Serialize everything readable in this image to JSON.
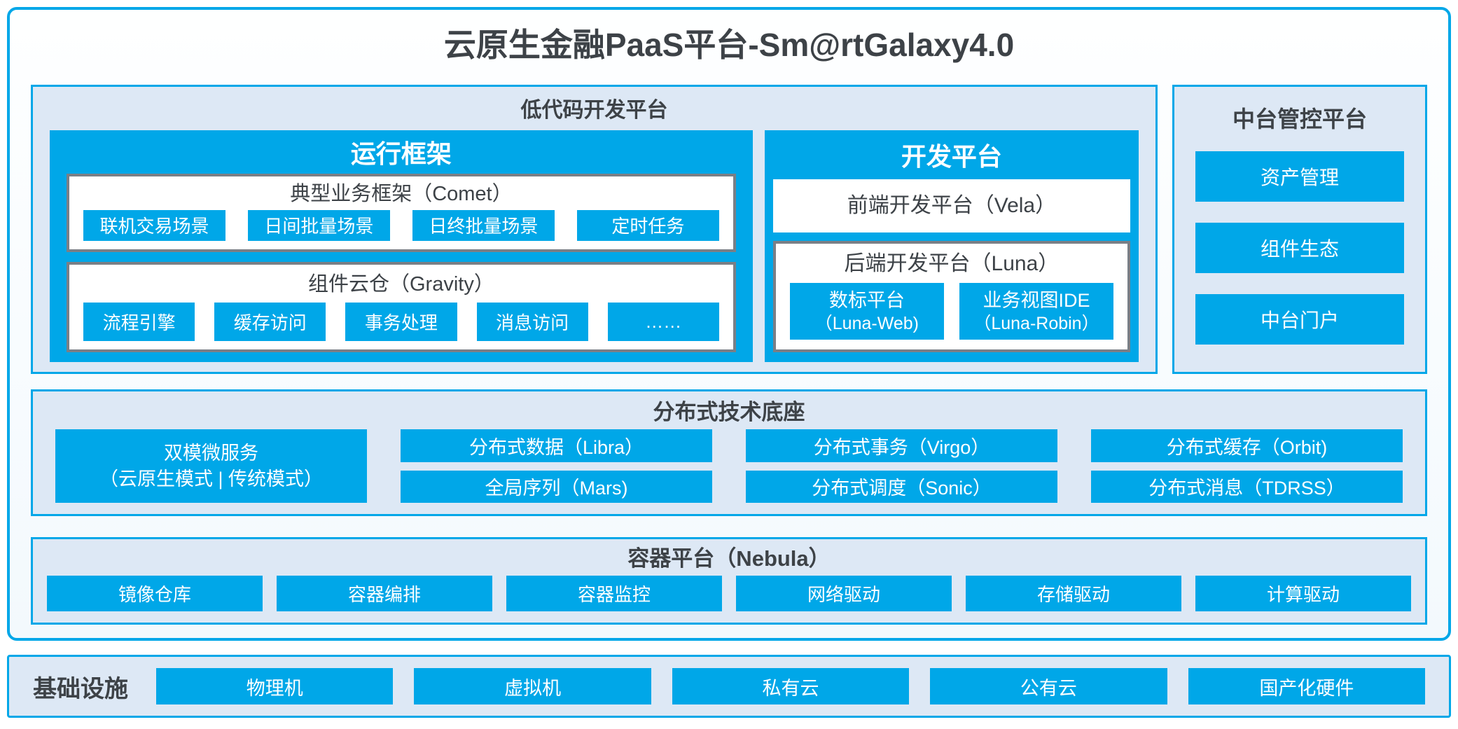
{
  "title": "云原生金融PaaS平台-Sm@rtGalaxy4.0",
  "colors": {
    "accent_blue": "#00a7e8",
    "panel_bg": "#dde8f5",
    "dark_text": "#3d4247",
    "box_border_gray": "#7a7f86",
    "white": "#ffffff"
  },
  "lowcode": {
    "header": "低代码开发平台",
    "runtime": {
      "title": "运行框架",
      "comet": {
        "title": "典型业务框架（Comet）",
        "items": [
          "联机交易场景",
          "日间批量场景",
          "日终批量场景",
          "定时任务"
        ]
      },
      "gravity": {
        "title": "组件云仓（Gravity）",
        "items": [
          "流程引擎",
          "缓存访问",
          "事务处理",
          "消息访问",
          "……"
        ]
      }
    },
    "dev": {
      "title": "开发平台",
      "vela": "前端开发平台（Vela）",
      "luna": {
        "title": "后端开发平台（Luna）",
        "items": [
          {
            "line1": "数标平台",
            "line2": "（Luna-Web)"
          },
          {
            "line1": "业务视图IDE",
            "line2": "（Luna-Robin）"
          }
        ]
      }
    }
  },
  "midplatform": {
    "header": "中台管控平台",
    "items": [
      "资产管理",
      "组件生态",
      "中台门户"
    ]
  },
  "distributed": {
    "header": "分布式技术底座",
    "dual_mode": {
      "line1": "双模微服务",
      "line2": "（云原生模式 | 传统模式）"
    },
    "grid": [
      [
        "分布式数据（Libra）",
        "全局序列（Mars)"
      ],
      [
        "分布式事务（Virgo）",
        "分布式调度（Sonic）"
      ],
      [
        "分布式缓存（Orbit)",
        "分布式消息（TDRSS）"
      ]
    ]
  },
  "container_platform": {
    "header": "容器平台（Nebula）",
    "items": [
      "镜像仓库",
      "容器编排",
      "容器监控",
      "网络驱动",
      "存储驱动",
      "计算驱动"
    ]
  },
  "infrastructure": {
    "label": "基础设施",
    "items": [
      "物理机",
      "虚拟机",
      "私有云",
      "公有云",
      "国产化硬件"
    ]
  }
}
